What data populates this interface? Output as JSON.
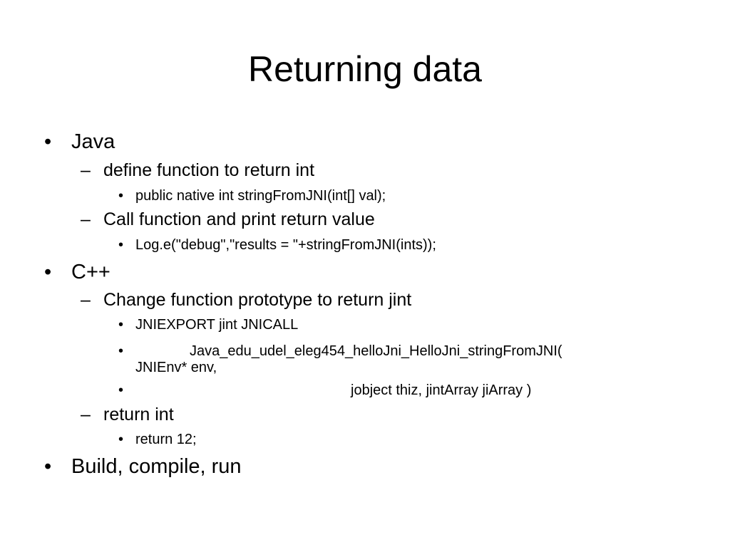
{
  "slide": {
    "title": "Returning data",
    "bullet_l1": "•",
    "bullet_l2": "–",
    "bullet_l3": "•",
    "items": {
      "java": "Java",
      "java_define": "define function to return int",
      "java_define_code": "public native int  stringFromJNI(int[] val);",
      "java_call": "Call function and print return value",
      "java_call_code": "Log.e(\"debug\",\"results = \"+stringFromJNI(ints));",
      "cpp": "C++",
      "cpp_change": "Change function prototype to return jint",
      "cpp_code_1": "JNIEXPORT jint JNICALL",
      "cpp_code_2a": "Java_edu_udel_eleg454_helloJni_HelloJni_stringFromJNI(",
      "cpp_code_2b": "JNIEnv* env,",
      "cpp_code_3": "jobject thiz, jintArray jiArray )",
      "cpp_return": "return int",
      "cpp_return_code": "return 12;",
      "build": "Build, compile, run"
    }
  }
}
